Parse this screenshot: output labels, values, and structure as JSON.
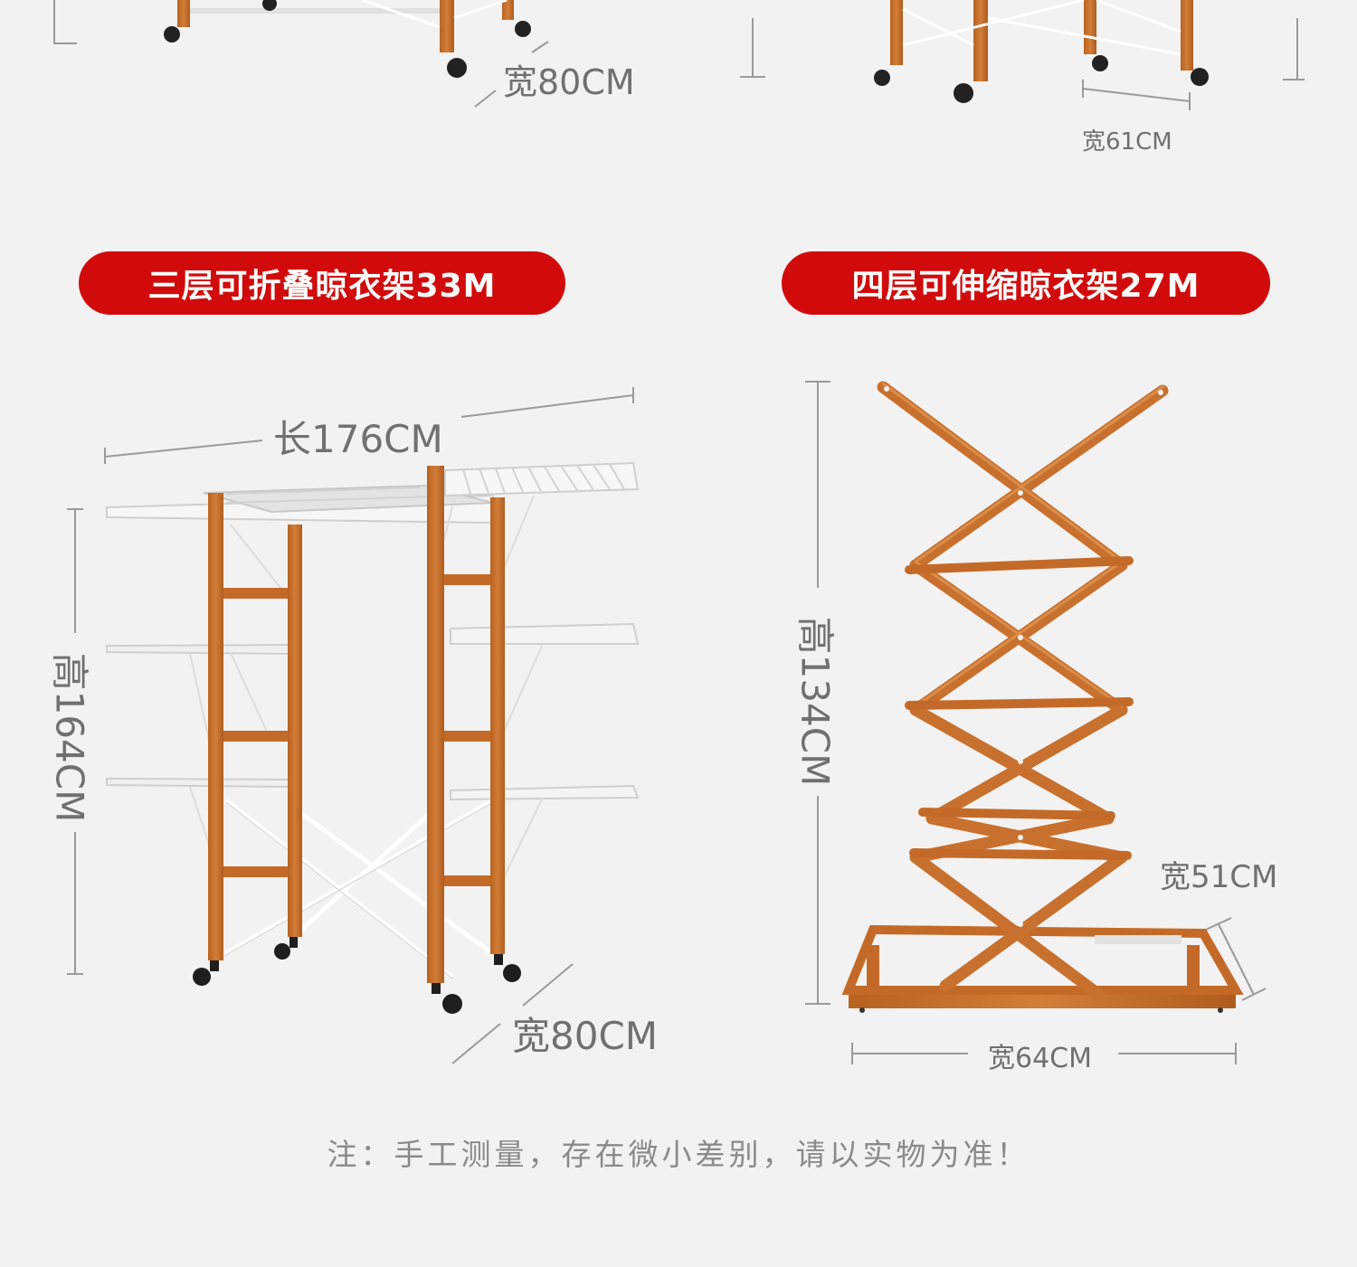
{
  "colors": {
    "background": "#f2f2f2",
    "badge_red": "#d10b0b",
    "wood": "#c9722f",
    "wood_dark": "#a85a1f",
    "white_rack": "#e8e8e8",
    "dim_line": "#9a9a9a"
  },
  "top_section": {
    "left_width_label": "宽80CM",
    "right_width_label": "宽61CM"
  },
  "left_product": {
    "title": "三层可折叠晾衣架33M",
    "length_label": "长176CM",
    "height_label": "高164CM",
    "width_label": "宽80CM"
  },
  "right_product": {
    "title": "四层可伸缩晾衣架27M",
    "height_label": "高134CM",
    "depth_label": "宽51CM",
    "width_label": "宽64CM"
  },
  "footer_note": "注：手工测量，存在微小差别，请以实物为准！"
}
